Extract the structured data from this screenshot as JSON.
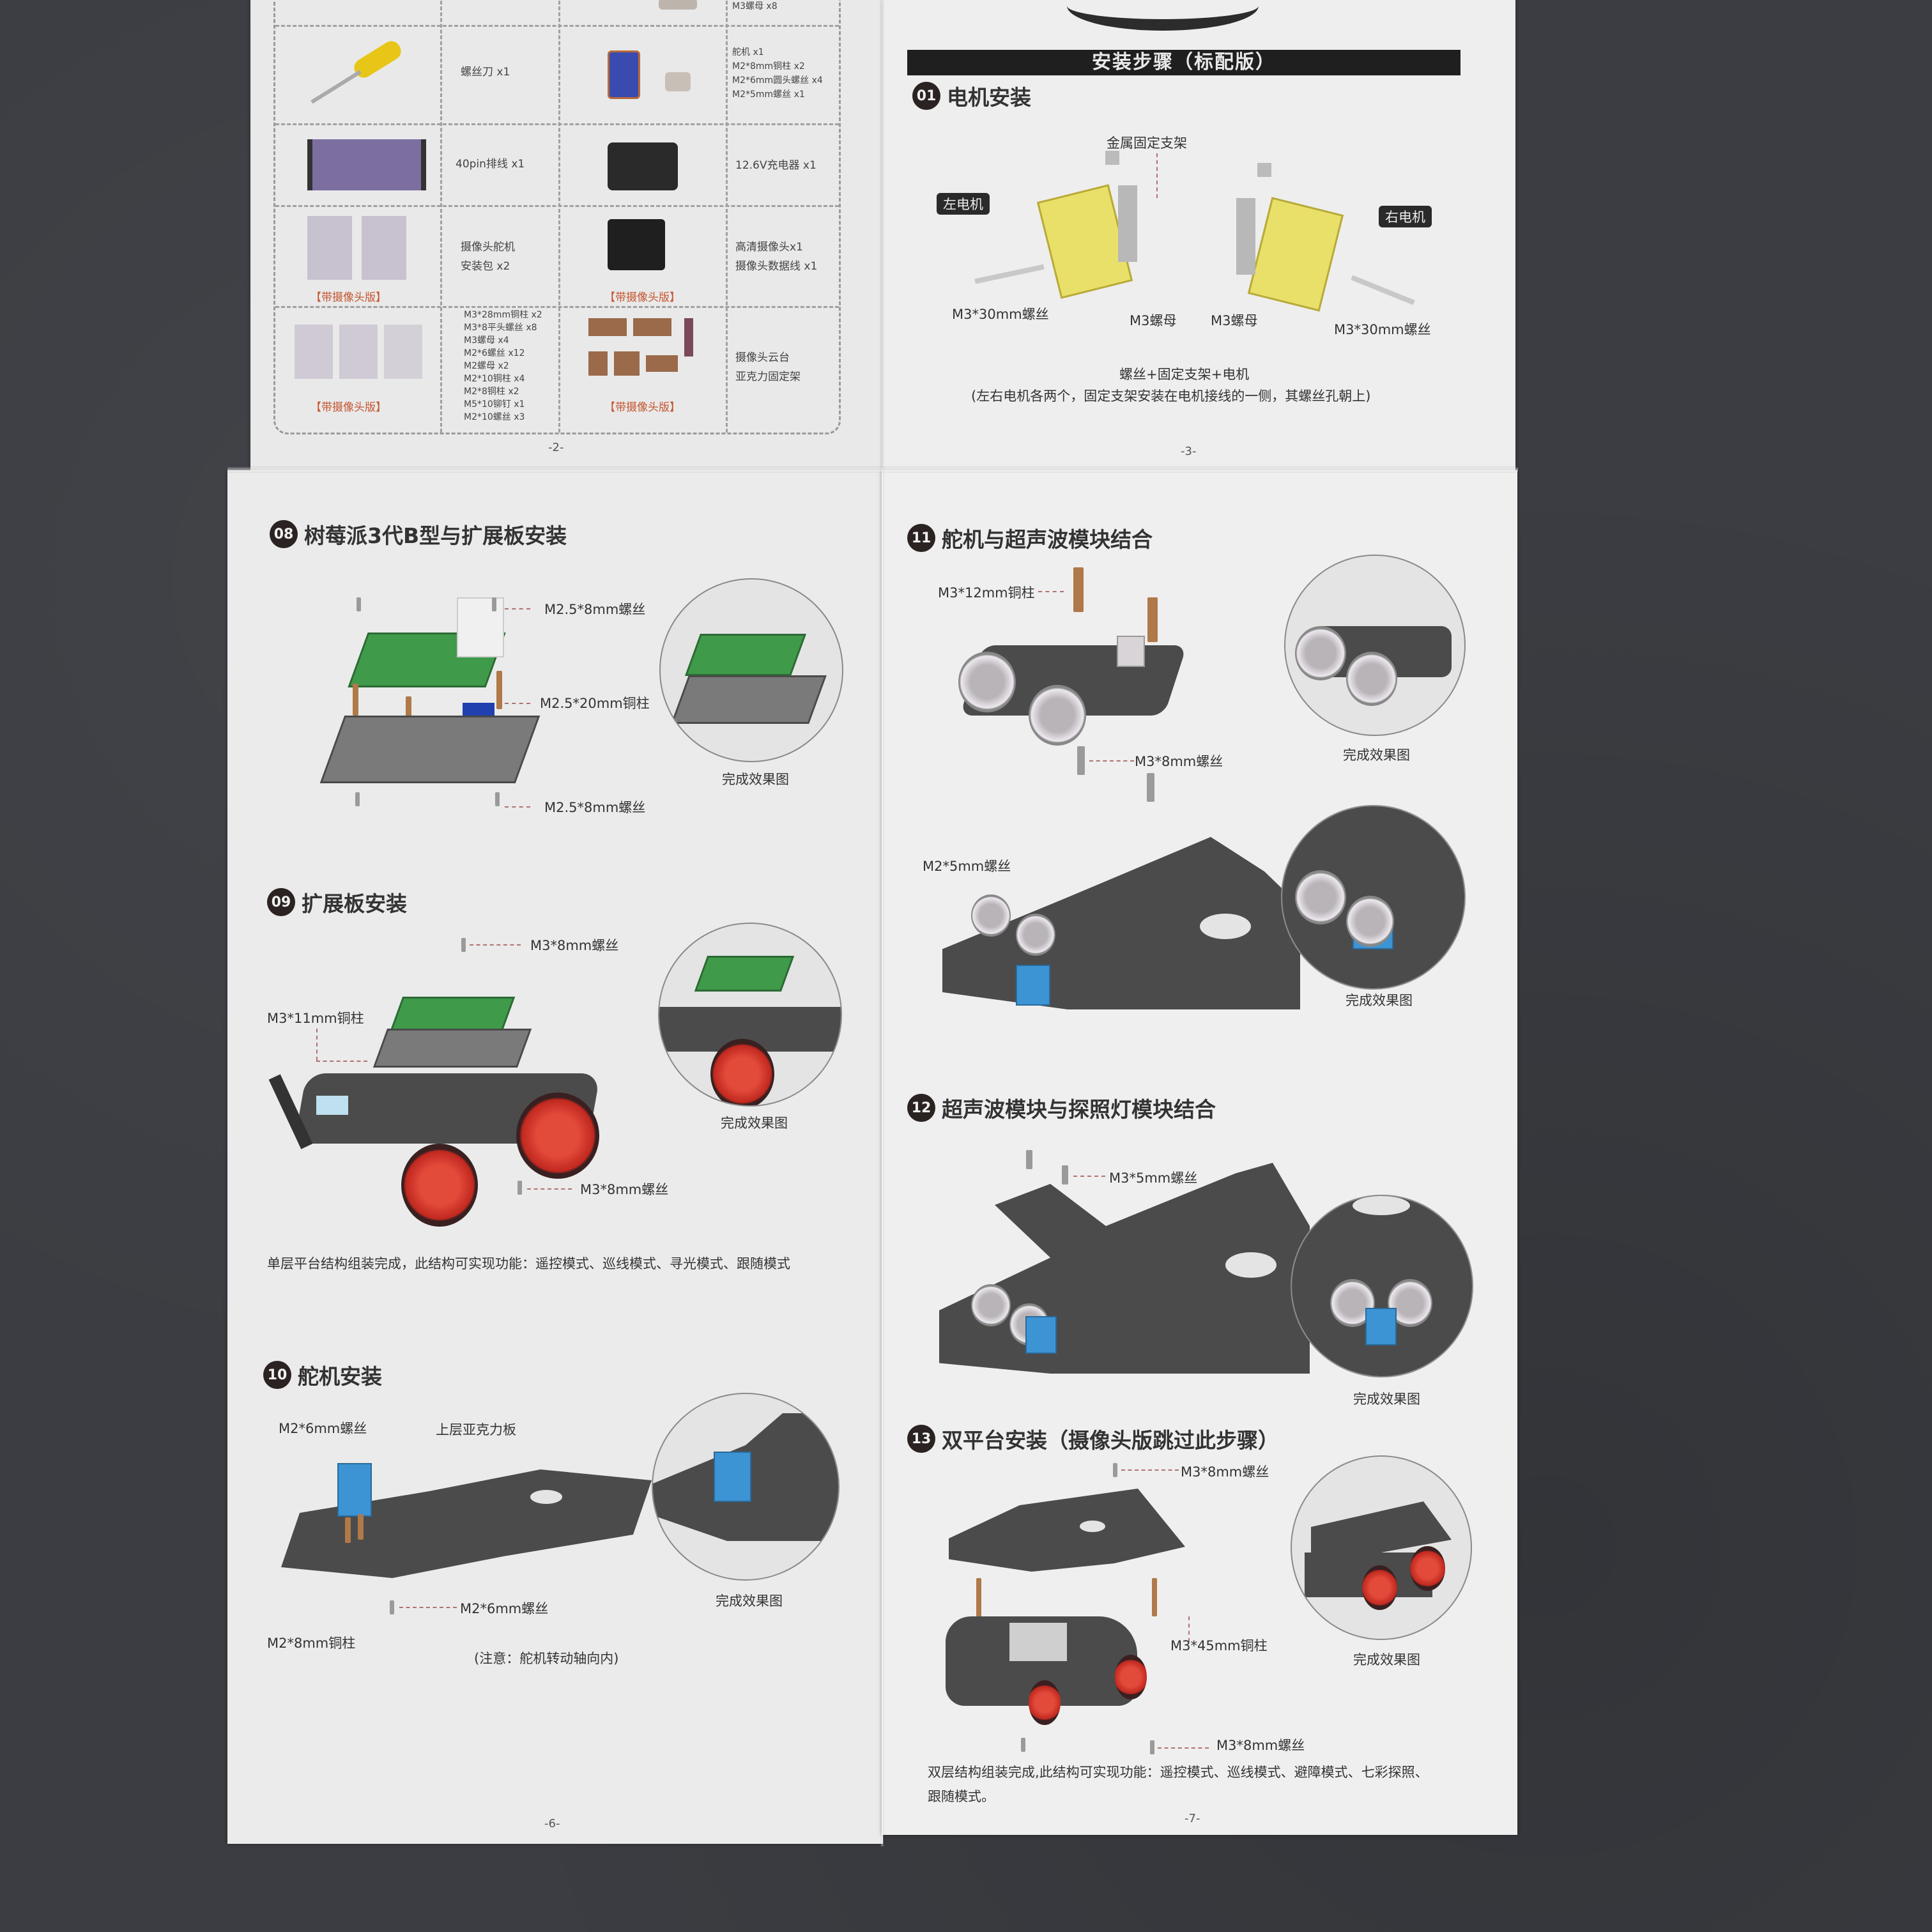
{
  "document": {
    "type": "assembly-manual-photo",
    "pages": [
      "-2-",
      "-3-",
      "-6-",
      "-7-"
    ]
  },
  "page2": {
    "page_number": "-2-",
    "kit_table": {
      "rows": [
        {
          "left_item": "",
          "left_desc": "",
          "right_item": "",
          "right_desc": "M3螺母 x8"
        },
        {
          "left_item": "screwdriver-image",
          "left_desc": "螺丝刀 x1",
          "right_item": "servo-image",
          "right_desc": [
            "舵机 x1",
            "M2*8mm铜柱 x2",
            "M2*6mm圆头螺丝 x4",
            "M2*5mm螺丝 x1"
          ]
        },
        {
          "left_item": "ribbon-cable-image",
          "left_desc": "40pin排线 x1",
          "right_item": "charger-image",
          "right_desc": "12.6V充电器 x1"
        },
        {
          "left_item": "camera-servo-pack-image",
          "left_tag": "【带摄像头版】",
          "left_desc": [
            "摄像头舵机",
            "安装包 x2"
          ],
          "right_item": "hd-camera-image",
          "right_tag": "【带摄像头版】",
          "right_desc": [
            "高清摄像头x1",
            "摄像头数据线 x1"
          ]
        },
        {
          "left_item": "screw-bags-image",
          "left_tag": "【带摄像头版】",
          "left_desc": [
            "M3*28mm铜柱 x2",
            "M3*8平头螺丝 x8",
            "M3螺母 x4",
            "M2*6螺丝 x12",
            "M2螺母 x2",
            "M2*10铜柱 x4",
            "M2*8铜柱 x2",
            "M5*10铆钉 x1",
            "M2*10螺丝 x3"
          ],
          "right_item": "acrylic-parts-image",
          "right_tag": "【带摄像头版】",
          "right_desc": [
            "摄像头云台",
            "亚克力固定架"
          ]
        }
      ]
    }
  },
  "page3": {
    "page_number": "-3-",
    "band_title": "安装步骤（标配版）",
    "step": {
      "number": "01",
      "title": "电机安装"
    },
    "labels": {
      "bracket": "金属固定支架",
      "left_motor": "左电机",
      "right_motor": "右电机",
      "screw_left": "M3*30mm螺丝",
      "nut_left": "M3螺母",
      "nut_right": "M3螺母",
      "screw_right": "M3*30mm螺丝"
    },
    "caption_line1": "螺丝+固定支架+电机",
    "caption_line2": "(左右电机各两个，固定支架安装在电机接线的一侧，其螺丝孔朝上)"
  },
  "page6": {
    "page_number": "-6-",
    "steps": [
      {
        "number": "08",
        "title": "树莓派3代B型与扩展板安装",
        "labels": {
          "top_screw": "M2.5*8mm螺丝",
          "standoff": "M2.5*20mm铜柱",
          "bottom_screw": "M2.5*8mm螺丝",
          "result": "完成效果图"
        }
      },
      {
        "number": "09",
        "title": "扩展板安装",
        "labels": {
          "top_screw": "M3*8mm螺丝",
          "standoff": "M3*11mm铜柱",
          "bottom_screw": "M3*8mm螺丝",
          "result": "完成效果图"
        },
        "note": "单层平台结构组装完成，此结构可实现功能：遥控模式、巡线模式、寻光模式、跟随模式"
      },
      {
        "number": "10",
        "title": "舵机安装",
        "labels": {
          "screw_top": "M2*6mm螺丝",
          "plate": "上层亚克力板",
          "screw_bottom": "M2*6mm螺丝",
          "standoff": "M2*8mm铜柱",
          "result": "完成效果图"
        },
        "note": "(注意：舵机转动轴向内)"
      }
    ]
  },
  "page7": {
    "page_number": "-7-",
    "steps": [
      {
        "number": "11",
        "title": "舵机与超声波模块结合",
        "labels": {
          "standoff": "M3*12mm铜柱",
          "screw": "M3*8mm螺丝",
          "result": "完成效果图",
          "screw2": "M2*5mm螺丝",
          "result2": "完成效果图"
        }
      },
      {
        "number": "12",
        "title": "超声波模块与探照灯模块结合",
        "labels": {
          "screw": "M3*5mm螺丝",
          "result": "完成效果图"
        }
      },
      {
        "number": "13",
        "title": "双平台安装（摄像头版跳过此步骤）",
        "labels": {
          "top_screw": "M3*8mm螺丝",
          "standoff": "M3*45mm铜柱",
          "bottom_screw": "M3*8mm螺丝",
          "result": "完成效果图"
        },
        "note_line1": "双层结构组装完成,此结构可实现功能：遥控模式、巡线模式、避障模式、七彩探照、",
        "note_line2": "跟随模式。"
      }
    ]
  },
  "colors": {
    "background": "#3b3d42",
    "paper": "#ececec",
    "tag_red": "#c5552f",
    "band": "#1f1f1f",
    "wheel_red": "#d6352a",
    "servo_blue": "#3c94d4",
    "pcb_green": "#3f9a4a",
    "motor_yellow": "#e9e06a"
  }
}
